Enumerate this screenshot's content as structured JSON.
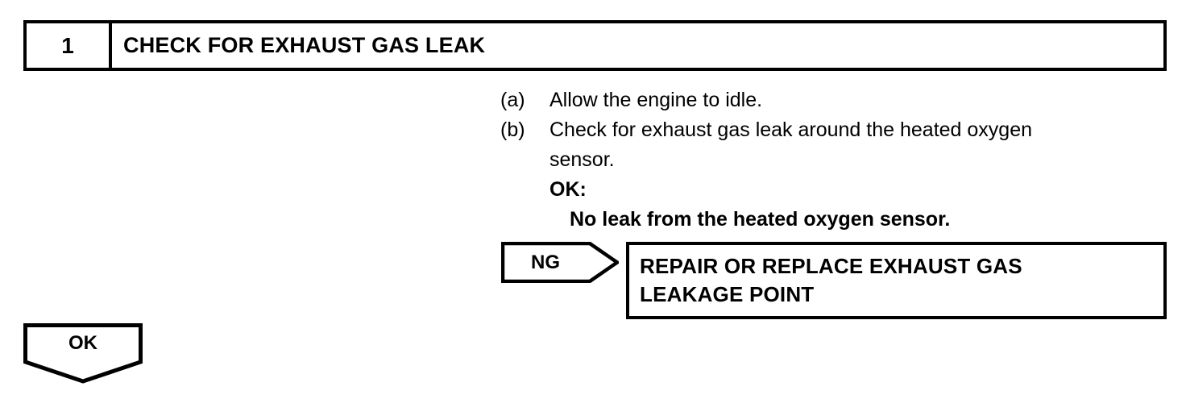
{
  "step": {
    "number": "1",
    "title": "CHECK FOR EXHAUST GAS LEAK"
  },
  "instructions": [
    {
      "marker": "(a)",
      "text": "Allow the engine to idle."
    },
    {
      "marker": "(b)",
      "line1": "Check for exhaust gas leak around the heated oxygen",
      "line2": "sensor."
    }
  ],
  "result_criteria": {
    "label": "OK:",
    "value": "No leak from the heated oxygen sensor."
  },
  "ng_branch": {
    "tag": "NG",
    "action_line1": "REPAIR OR REPLACE EXHAUST GAS",
    "action_line2": "LEAKAGE POINT"
  },
  "ok_branch": {
    "tag": "OK"
  },
  "colors": {
    "ink": "#000000",
    "paper": "#ffffff"
  }
}
